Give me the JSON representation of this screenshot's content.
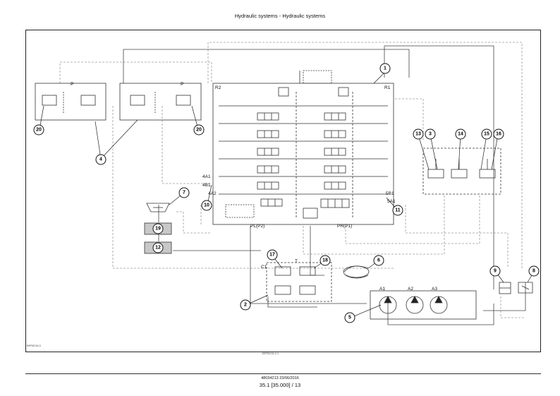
{
  "header": {
    "title": "Hydraulic systems - Hydraulic systems"
  },
  "refs": {
    "drawing_id": "BFR0C0L0",
    "sheet_mark": "BFR0C0L0 1"
  },
  "footer": {
    "doc_line": "48034213 23/06/2016",
    "page_line": "35.1 [35.000] / 13"
  },
  "port_labels": {
    "r2": "R2",
    "r1": "R1",
    "p_left": "P",
    "p_right": "P",
    "t": "T",
    "a4_1": "4A1",
    "b4_1": "4B1",
    "a4_2": "4A2",
    "b5_1": "5B1",
    "a5_1": "5A1",
    "pl_p2": "PL(P2)",
    "pr_p1": "PR(P1)",
    "a1": "A1",
    "a2": "A2",
    "a3": "A3",
    "c1": "C1"
  },
  "callouts": [
    "1",
    "2",
    "3",
    "4",
    "5",
    "6",
    "7",
    "8",
    "9",
    "10",
    "11",
    "12",
    "13",
    "14",
    "15",
    "16",
    "17",
    "18",
    "19",
    "20",
    "20"
  ]
}
